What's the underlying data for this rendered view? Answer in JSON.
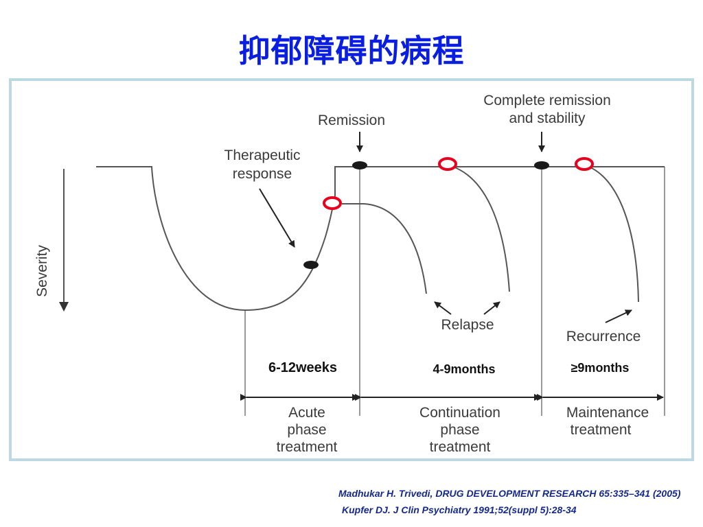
{
  "title": "抑郁障碍的病程",
  "diagram": {
    "y_axis_label": "Severity",
    "labels": {
      "therapeutic_response": [
        "Therapeutic",
        "response"
      ],
      "remission": "Remission",
      "complete_remission": [
        "Complete remission",
        "and stability"
      ],
      "relapse": "Relapse",
      "recurrence": "Recurrence"
    },
    "durations": {
      "acute": "6-12weeks",
      "continuation": "4-9months",
      "maintenance": "≥9months"
    },
    "phases": {
      "acute": [
        "Acute",
        "phase",
        "treatment"
      ],
      "continuation": [
        "Continuation",
        "phase",
        "treatment"
      ],
      "maintenance": [
        "Maintenance",
        "treatment"
      ]
    },
    "marker_color": "#e8001c"
  },
  "citations": [
    "Madhukar H. Trivedi, DRUG DEVELOPMENT RESEARCH 65:335–341 (2005)",
    "Kupfer DJ. J Clin Psychiatry 1991;52(suppl 5):28-34"
  ]
}
